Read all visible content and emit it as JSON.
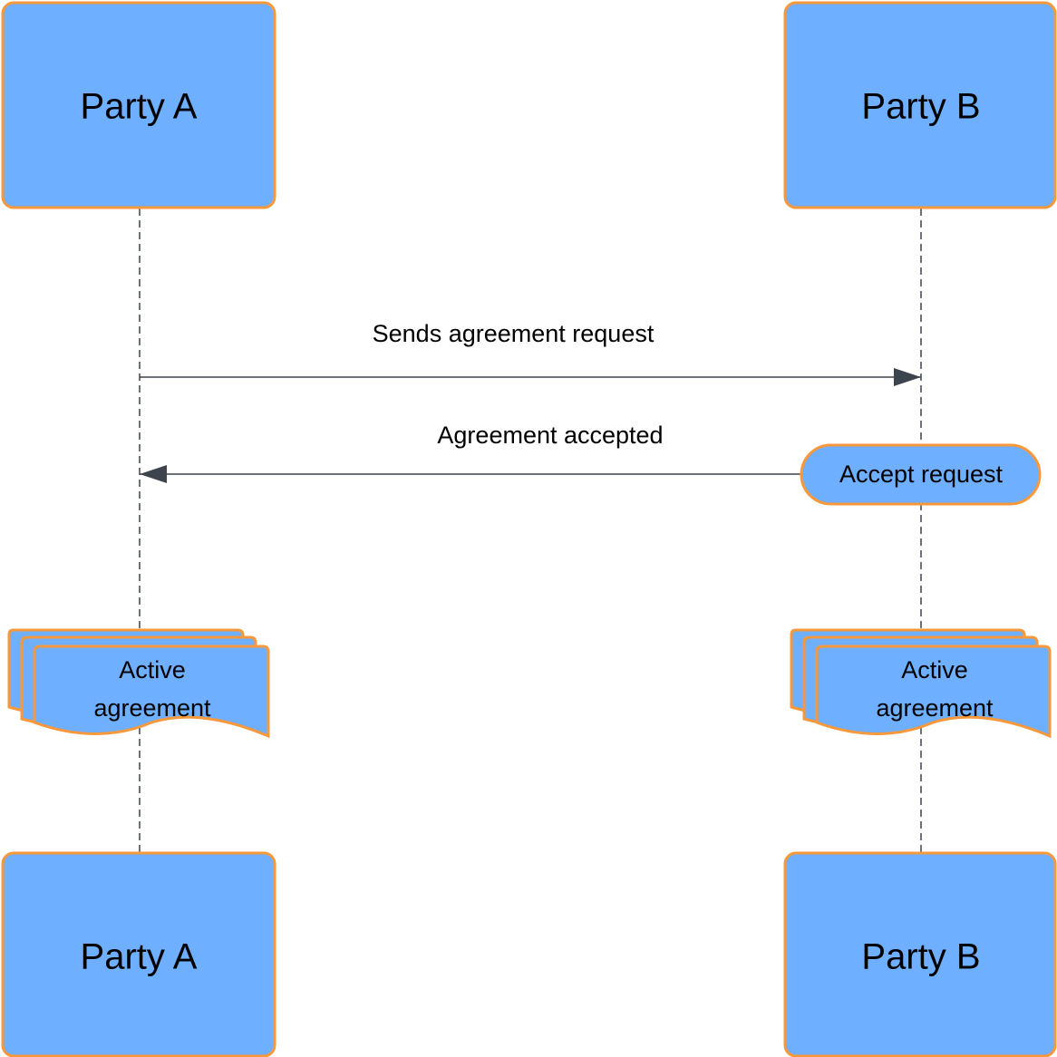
{
  "colors": {
    "box_fill": "#6eafff",
    "box_stroke": "#f7983a",
    "line": "#3d444d",
    "background": "#ffffff"
  },
  "participants": {
    "a": {
      "label": "Party A"
    },
    "b": {
      "label": "Party B"
    }
  },
  "messages": [
    {
      "label": "Sends agreement request",
      "from": "Party A",
      "to": "Party B"
    },
    {
      "label": "Agreement accepted",
      "from": "Party B",
      "to": "Party A"
    }
  ],
  "process": {
    "label": "Accept request"
  },
  "documents": {
    "a": {
      "line1": "Active",
      "line2": "agreement"
    },
    "b": {
      "line1": "Active",
      "line2": "agreement"
    }
  }
}
